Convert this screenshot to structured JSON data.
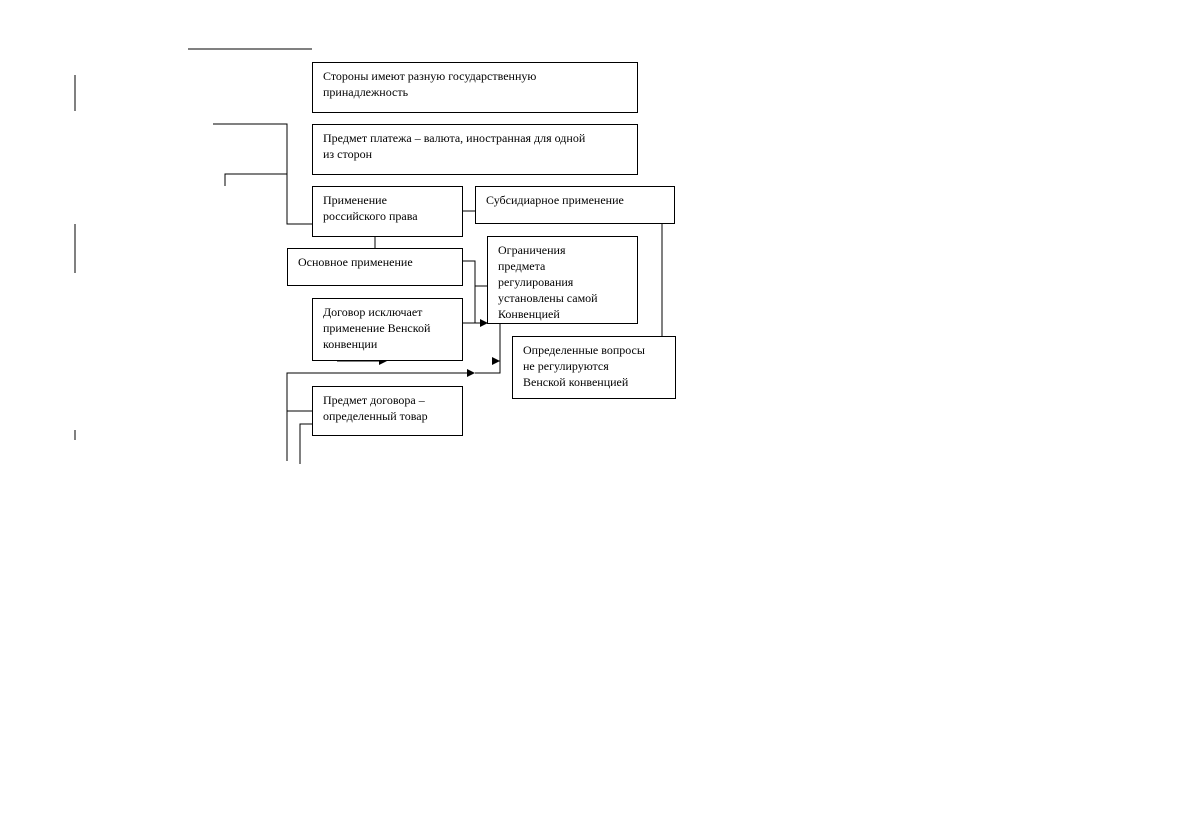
{
  "diagram": {
    "boxes": {
      "parties": "Стороны имеют разную государственную\nпринадлежность",
      "payment": "Предмет платежа – валюта, иностранная для одной\nиз сторон",
      "russian_law": "Применение\nроссийского права",
      "subsidiary": "Субсидиарное применение",
      "main": "Основное применение",
      "restrictions": "Ограничения\nпредмета\nрегулирования\nустановлены самой\nКонвенцией",
      "excludes": "Договор исключает\nприменение Венской\nконвенции",
      "questions": "Определенные вопросы\nне регулируются\nВенской конвенцией",
      "goods": "Предмет договора –\nопределенный товар"
    }
  }
}
